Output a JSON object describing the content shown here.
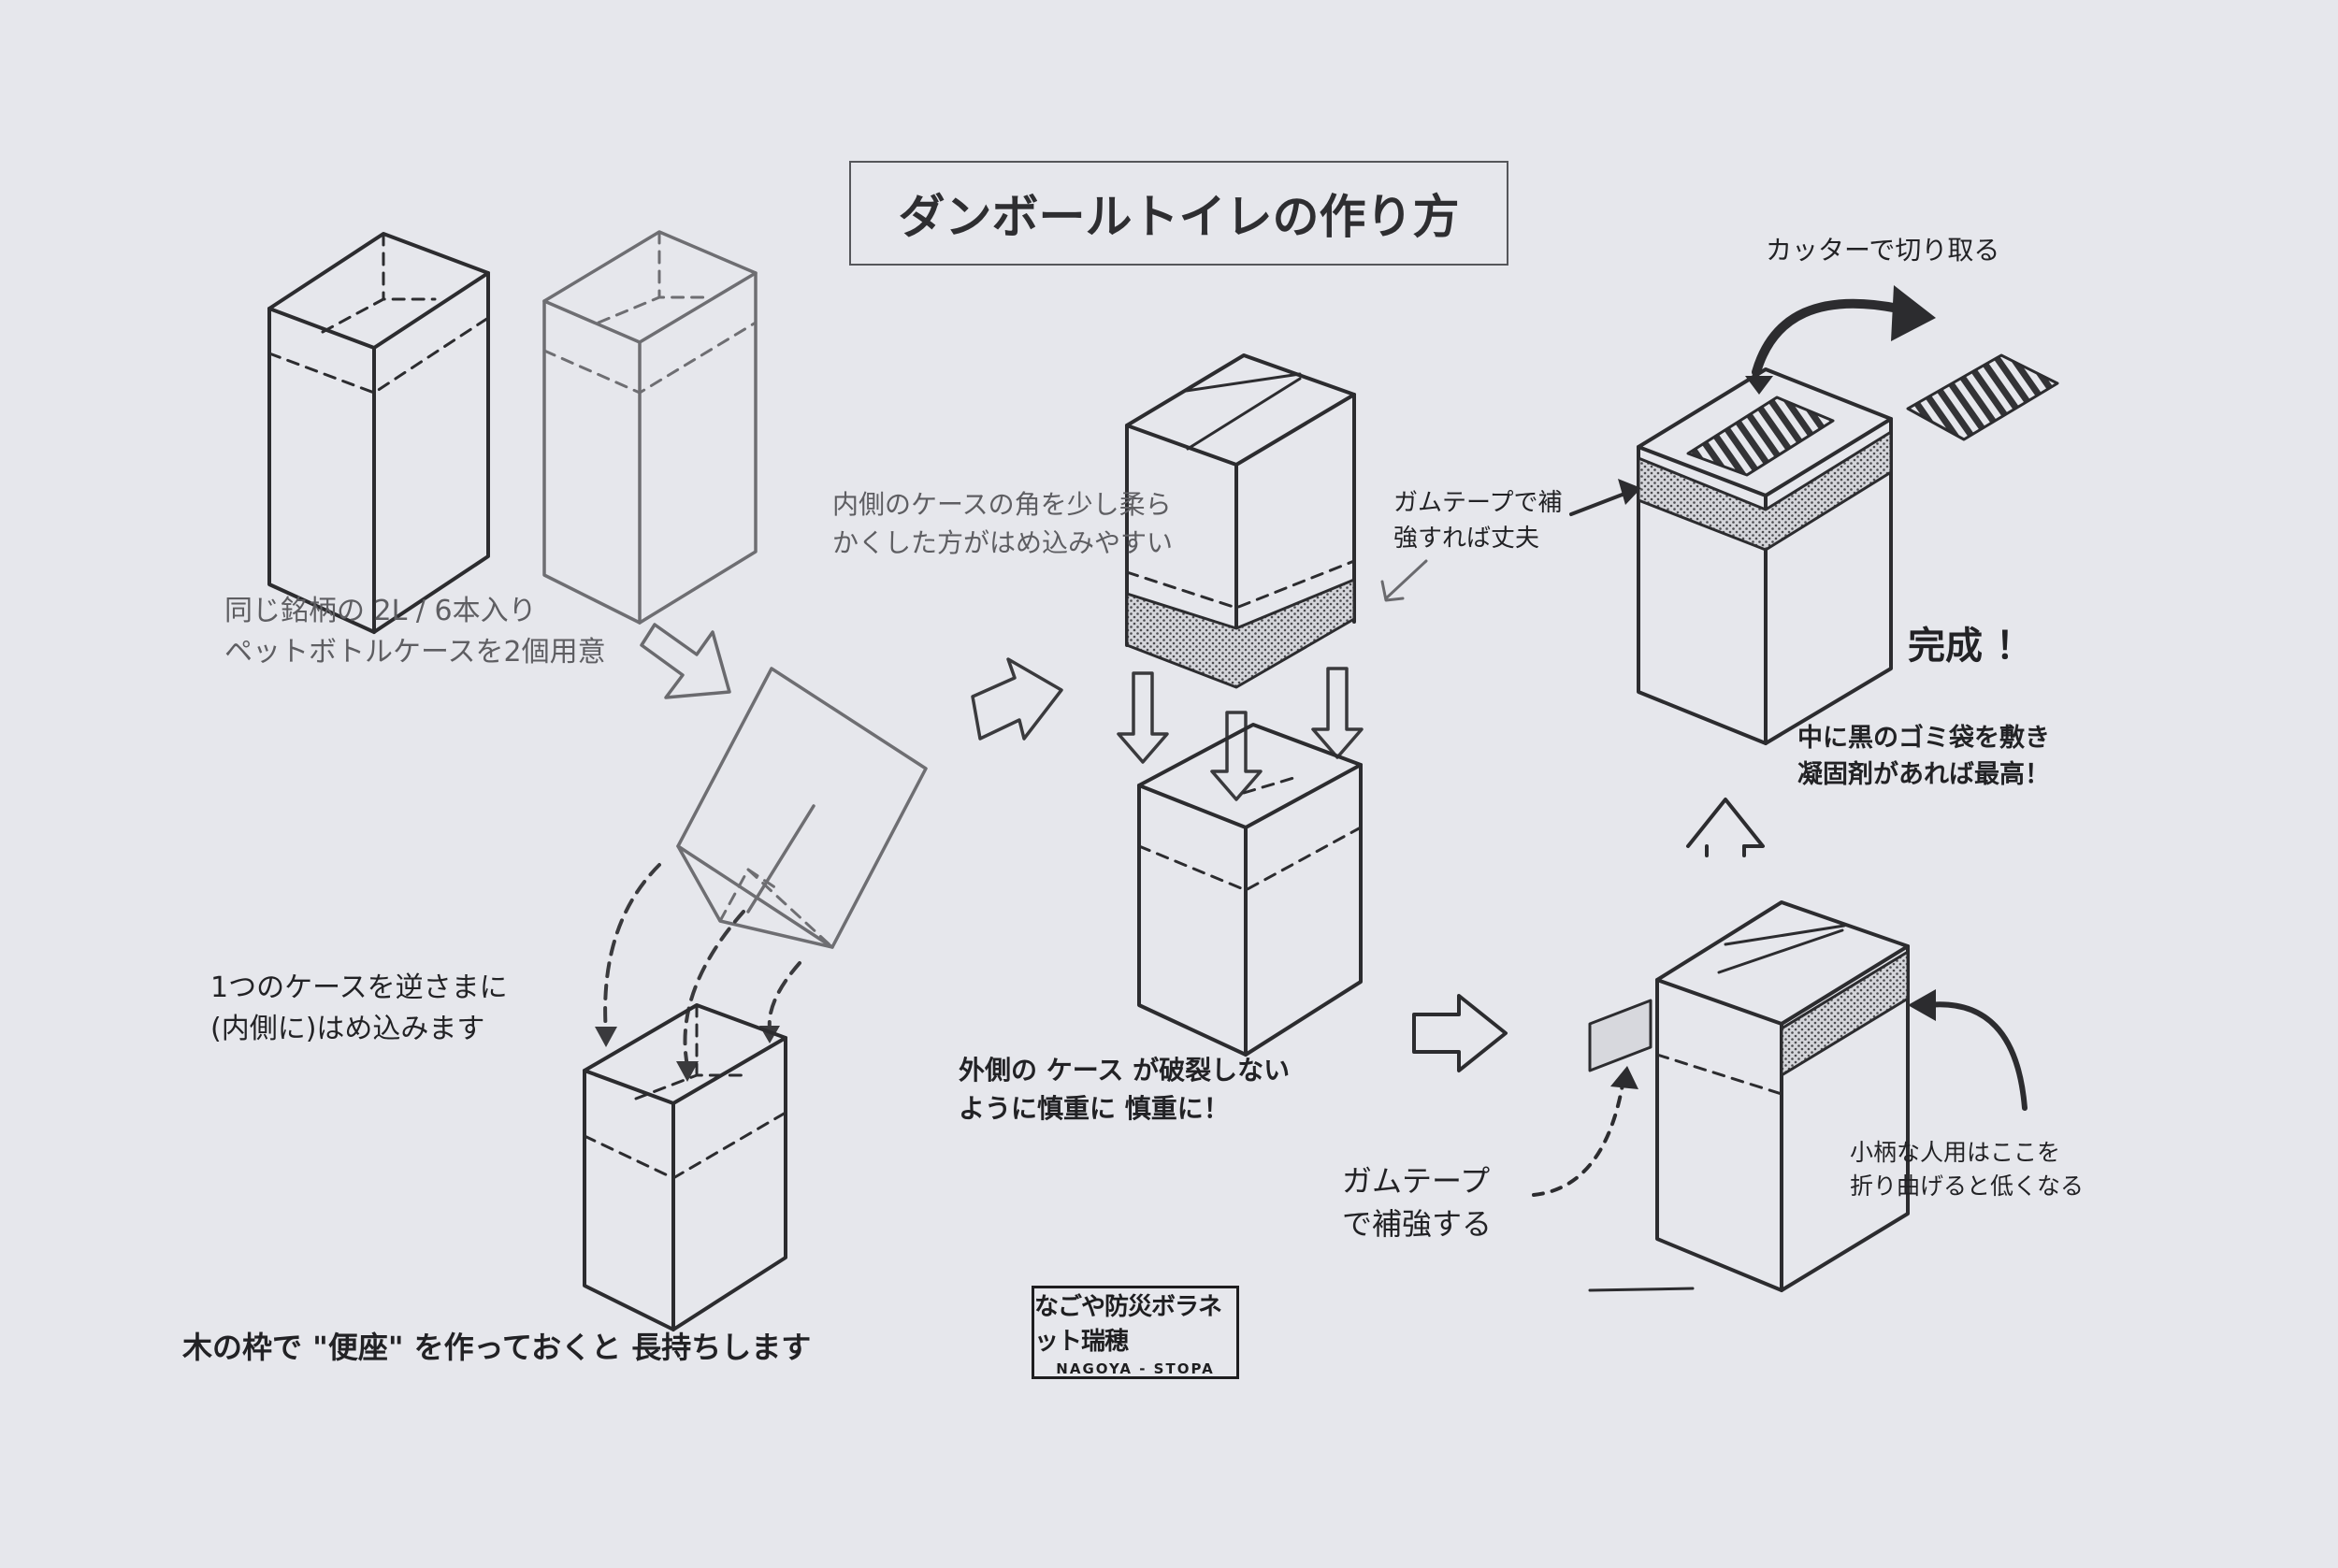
{
  "title": "ダンボールトイレの作り方",
  "labels": {
    "step1": "同じ銘柄の 2L / 6本入り\nペットボトルケースを2個用意",
    "step2": "1つのケースを逆さまに\n(内側に)はめ込みます",
    "bottom_tip": "木の枠で \"便座\" を作っておくと 長持ちします",
    "inner_tip": "内側のケースの角を少し柔ら\nかくした方がはめ込みやすい",
    "careful": "外側の ケース が破裂しない\nように慎重に 慎重に！",
    "tape_strong": "ガムテープで補\n強すれば丈夫",
    "cutter": "カッターで切り取る",
    "done": "完成 ！",
    "done_tip": "中に黒のゴミ袋を敷き\n凝固剤があれば最高！",
    "tape_reinforce": "ガムテープ\nで補強する",
    "fold_tip": "小柄な人用はここを\n折り曲げると低くなる"
  },
  "stamp": {
    "name": "なごや防災ボラネット瑞穂",
    "sub": "NAGOYA - STOPA"
  },
  "colors": {
    "paper": "#e6e7ec",
    "ink": "#2a2a2c",
    "light_ink": "#5e5e62"
  }
}
